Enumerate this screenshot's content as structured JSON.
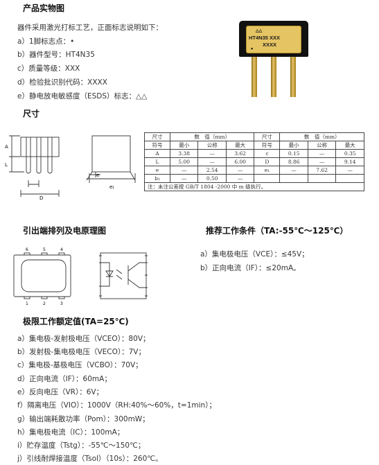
{
  "section1": {
    "title": "产品实物图",
    "intro": "器件采用激光打标工艺，正面标志说明如下：",
    "items": [
      "a）1脚标志点：•",
      "b）器件型号：HT4N35",
      "c）质量等级：XXX",
      "d）检验批识别代码：XXXX",
      "e）静电放电敏感度（ESDS）标志：△△"
    ]
  },
  "chip": {
    "line1": "HT4N35 XXX",
    "line2": "XXXX",
    "esd": "△△",
    "dot": "•"
  },
  "section2": {
    "title": "尺寸",
    "drawing_labels": {
      "A": "A",
      "L": "L",
      "D": "D",
      "e": "e",
      "e1": "e₁"
    }
  },
  "table": {
    "h_code_top": "尺寸",
    "h_code_bottom": "符号",
    "h_value": "数　值（mm）",
    "h_min": "最小",
    "h_nom": "公称",
    "h_max": "最大",
    "rows": [
      [
        "A",
        "3.38",
        "—",
        "3.62",
        "c",
        "0.15",
        "—",
        "0.35"
      ],
      [
        "L",
        "5.00",
        "—",
        "6.00",
        "D",
        "8.86",
        "—",
        "9.14"
      ],
      [
        "e",
        "—",
        "2.54",
        "—",
        "e₁",
        "—",
        "7.62",
        "—"
      ],
      [
        "b₁",
        "—",
        "0.50",
        "—",
        "",
        "",
        "",
        ""
      ]
    ],
    "note": "注：未注公差按 GB/T 1804 -2000 中 m 级执行。"
  },
  "section3": {
    "title": "引出端排列及电原理图",
    "pin_top": [
      "6",
      "5",
      "4"
    ],
    "pin_bottom": [
      "1",
      "2",
      "3"
    ]
  },
  "section4": {
    "title": "推荐工作条件（TA:-55℃～125℃）",
    "items": [
      "a）集电极电压（VCE）：≤45V；",
      "b）正向电流（IF）：≤20mA。"
    ]
  },
  "section5": {
    "title": "极限工作额定值(TA=25℃)",
    "items": [
      "a）集电极-发射极电压（VCEO）：80V；",
      "b）发射极-集电极电压（VECO）：7V；",
      "c）集电极-基极电压（VCBO）：70V；",
      "d）正向电流（IF）：60mA；",
      "e）反向电压（VR）：6V；",
      "f）隔离电压（VIO）：1000V（RH:40%～60%，t=1min）；",
      "g）输出端耗散功率（Pom）：300mW；",
      "h）集电极电流（IC）：100mA；",
      "i）贮存温度（Tstg）：-55℃～150℃；",
      "j）引线耐焊接温度（Tsol）（10s）：260℃。"
    ]
  }
}
